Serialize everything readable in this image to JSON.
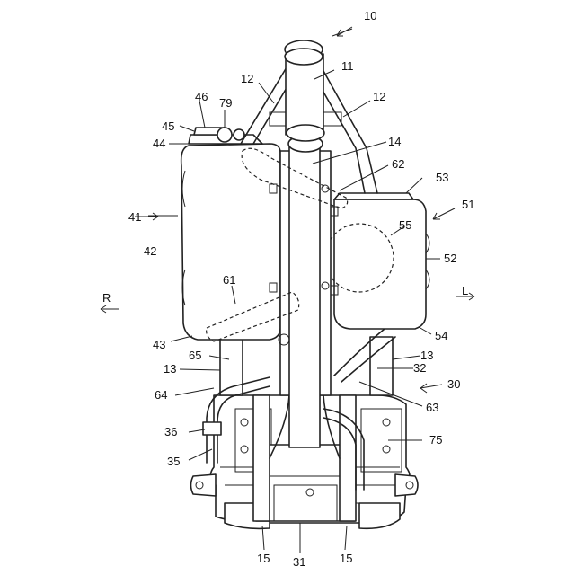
{
  "figure": {
    "direction_left_label": "R",
    "direction_right_label": "L",
    "labels": {
      "n10": "10",
      "n11": "11",
      "n12a": "12",
      "n12b": "12",
      "n13a": "13",
      "n13b": "13",
      "n14": "14",
      "n15a": "15",
      "n15b": "15",
      "n30": "30",
      "n31": "31",
      "n32": "32",
      "n35": "35",
      "n36": "36",
      "n41": "41",
      "n42": "42",
      "n43": "43",
      "n44": "44",
      "n45": "45",
      "n46": "46",
      "n51": "51",
      "n52": "52",
      "n53": "53",
      "n54": "54",
      "n55": "55",
      "n61": "61",
      "n62": "62",
      "n63": "63",
      "n64": "64",
      "n65": "65",
      "n75": "75",
      "n79": "79"
    }
  }
}
